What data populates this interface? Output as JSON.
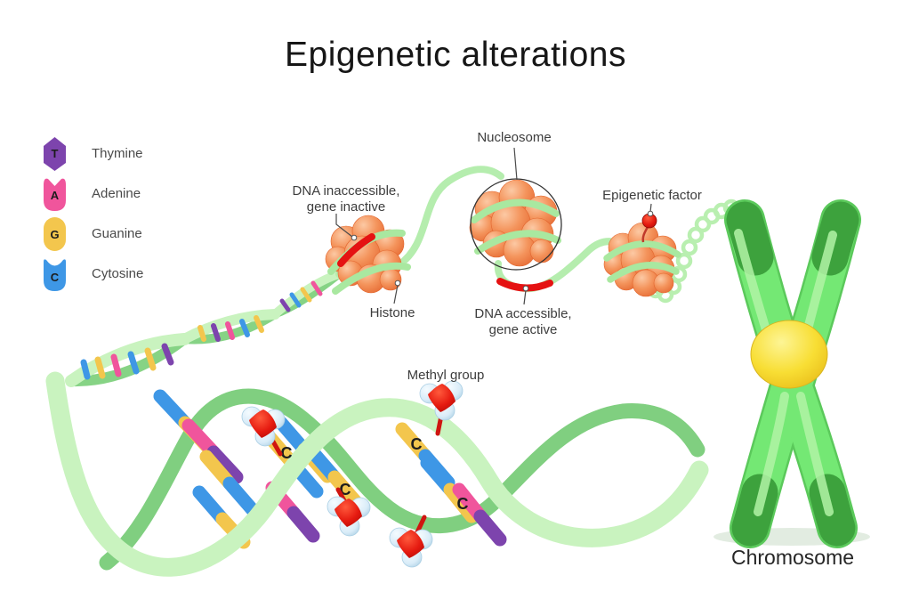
{
  "title": "Epigenetic alterations",
  "legend": {
    "items": [
      {
        "letter": "T",
        "label": "Thymine",
        "color": "#7d44ad"
      },
      {
        "letter": "A",
        "label": "Adenine",
        "color": "#f0559c"
      },
      {
        "letter": "G",
        "label": "Guanine",
        "color": "#f3c64d"
      },
      {
        "letter": "C",
        "label": "Cytosine",
        "color": "#3e97e6"
      }
    ]
  },
  "labels": {
    "nucleosome": "Nucleosome",
    "dna_inaccessible_line1": "DNA inaccessible,",
    "dna_inaccessible_line2": "gene inactive",
    "histone": "Histone",
    "dna_accessible_line1": "DNA accessible,",
    "dna_accessible_line2": "gene active",
    "epigenetic_factor": "Epigenetic factor",
    "methyl_group": "Methyl group",
    "chromosome": "Chromosome"
  },
  "dna": {
    "methylated_base": "C"
  },
  "colors": {
    "strand_green": "#b5edae",
    "helix_front": "#c9f3bf",
    "helix_back": "#80cf80",
    "histone_orange": "#f08a50",
    "inactive_red": "#e51212",
    "chromosome_green": "#74e874",
    "telomere_dark_green": "#3da23d",
    "centromere_yellow": "#f7dd30",
    "methyl_red": "#e92015",
    "methyl_blue": "#dcedf8"
  }
}
